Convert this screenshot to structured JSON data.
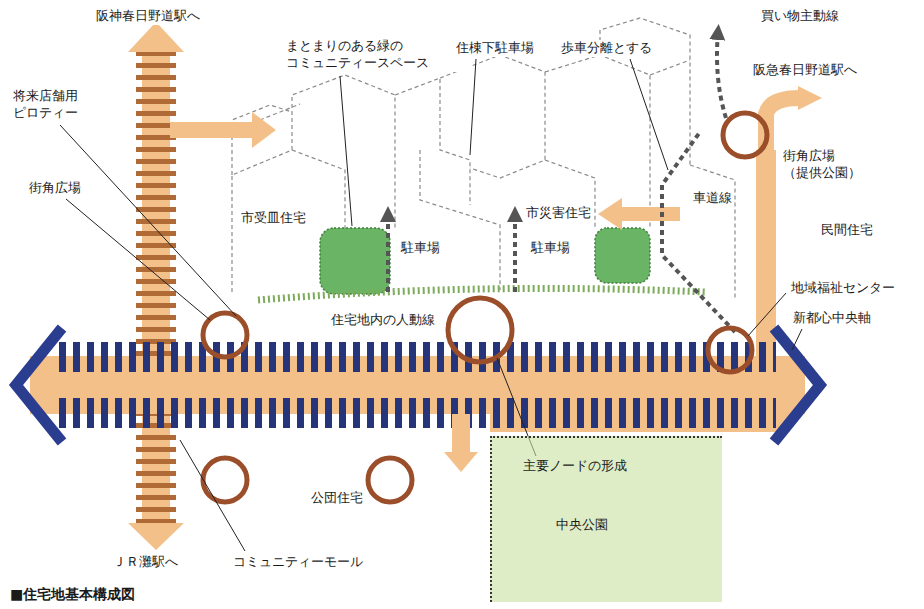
{
  "diagram": {
    "caption": "■住宅地基本構成図",
    "nodes": [
      {
        "text": [
          "中央公園"
        ]
      }
    ],
    "labels": [
      "阪神春日野道駅へ",
      "買い物主動線",
      "まとまりのある緑の コミュニティースペース",
      "住棟下駐車場",
      "歩車分離とする",
      "阪急春日野道駅へ",
      "将来店舗用 ピロティー",
      "街角広場",
      "街角広場 （提供公園）",
      "市受皿住宅",
      "駐車場",
      "市災害住宅",
      "駐車場",
      "車道線",
      "民間住宅",
      "住宅地内の人動線",
      "地域福祉センター",
      "新都心中央軸",
      "公団住宅",
      "主要ノードの形成",
      "ＪＲ灘駅へ",
      "コミュニティーモール"
    ]
  }
}
